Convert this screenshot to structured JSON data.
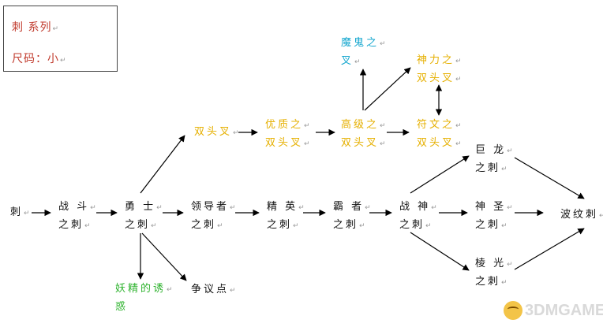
{
  "legend": {
    "line1": "刺 系列",
    "line2": "尺码：小"
  },
  "return_mark": "↵",
  "nodes": {
    "ci": "刺",
    "zhandou_l1": "战 斗",
    "zhandou_l2": "之刺",
    "yongshi_l1": "勇 士",
    "yongshi_l2": "之刺",
    "lingdaozhe_l1": "领导者",
    "lingdaozhe_l2": "之刺",
    "jingying_l1": "精 英",
    "jingying_l2": "之刺",
    "bazhe_l1": "霸 者",
    "bazhe_l2": "之刺",
    "zhanshen_l1": "战 神",
    "zhanshen_l2": "之刺",
    "julong_l1": "巨 龙",
    "julong_l2": "之刺",
    "shensheng_l1": "神 圣",
    "shensheng_l2": "之刺",
    "lengguang_l1": "棱 光",
    "lengguang_l2": "之刺",
    "bowenci": "波纹刺",
    "shuangtoucha": "双头叉",
    "youzhi_l1": "优质之",
    "youzhi_l2": "双头叉",
    "gaoji_l1": "高级之",
    "gaoji_l2": "双头叉",
    "fuwen_l1": "符文之",
    "fuwen_l2": "双头叉",
    "shenli_l1": "神力之",
    "shenli_l2": "双头叉",
    "mogui_l1": "魔鬼之",
    "mogui_l2": "叉",
    "yaojing_l1": "妖精的诱",
    "yaojing_l2": "惑",
    "zhengyidian": "争议点"
  },
  "colors": {
    "legend_text": "#c0392b",
    "yellow_nodes": "#e6b000",
    "cyan_nodes": "#16a7cf",
    "green_nodes": "#2fb32f",
    "edges": "#000000"
  },
  "watermark": "3DMGAME"
}
